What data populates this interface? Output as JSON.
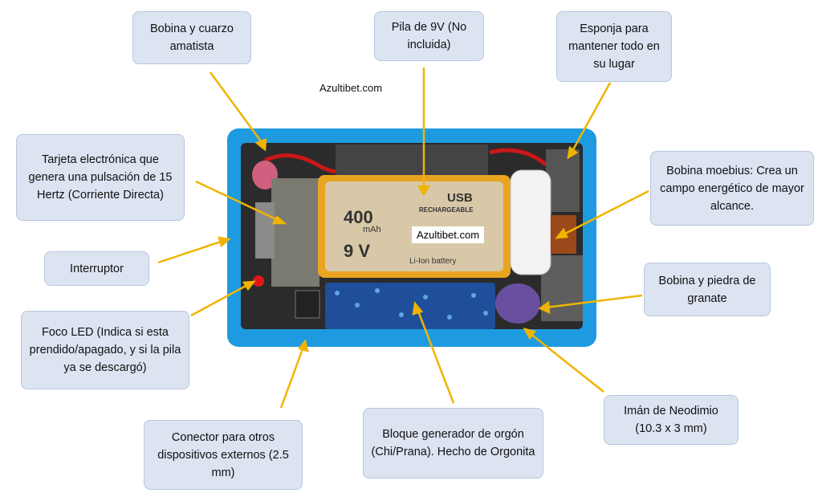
{
  "watermarks": {
    "top": "Azultibet.com",
    "battery": "Azultibet.com"
  },
  "battery_print": {
    "capacity": "400",
    "capacity_unit": "mAh",
    "voltage": "9 V",
    "brand": "USB",
    "rechargeable": "RECHARGEABLE",
    "type": "Li-Ion battery"
  },
  "labels": {
    "bobina_cuarzo": "Bobina y cuarzo amatista",
    "pila": "Pila de 9V (No incluida)",
    "esponja": "Esponja para mantener todo en su lugar",
    "tarjeta": "Tarjeta electrónica que genera una pulsación de 15 Hertz (Corriente Directa)",
    "moebius": "Bobina moebius: Crea un campo energético de mayor alcance.",
    "interruptor": "Interruptor",
    "granate": "Bobina y piedra de granate",
    "led": "Foco LED (Indica si esta prendido/apagado, y si la pila ya se descargó)",
    "neodimio": "Imán de Neodimio (10.3 x 3 mm)",
    "conector": "Conector para otros dispositivos externos (2.5 mm)",
    "bloque": "Bloque generador de orgón (Chi/Prana). Hecho de Orgonita"
  },
  "colors": {
    "label_bg": "#dce4f2",
    "arrow": "#f0b400",
    "box": "#1e9be0"
  }
}
